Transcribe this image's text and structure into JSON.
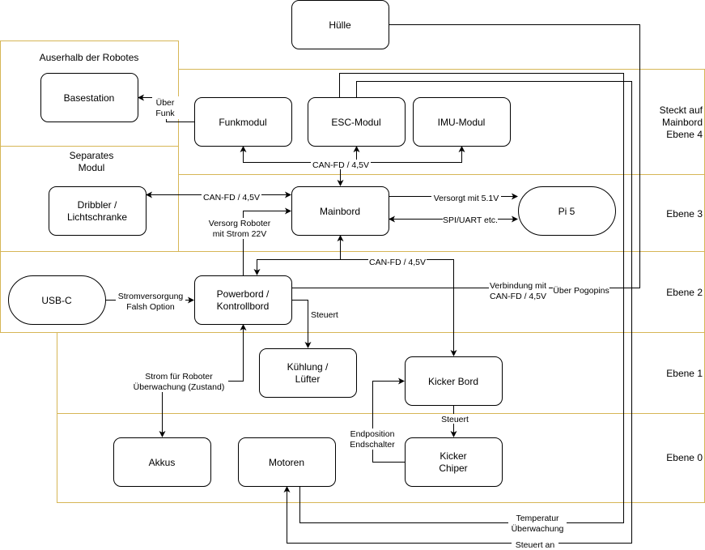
{
  "layers": {
    "outside": "Auserhalb der Robotes",
    "separate": [
      "Separates",
      "Modul"
    ],
    "level4": [
      "Steckt auf",
      "Mainbord",
      "Ebene 4"
    ],
    "level3": "Ebene 3",
    "level2": "Ebene 2",
    "level1": "Ebene 1",
    "level0": "Ebene 0"
  },
  "nodes": {
    "huelle": "Hülle",
    "basestation": "Basestation",
    "funkmodul": "Funkmodul",
    "esc": "ESC-Modul",
    "imu": "IMU-Modul",
    "dribbler": [
      "Dribbler /",
      "Lichtschranke"
    ],
    "mainbord": "Mainbord",
    "pi5": "Pi 5",
    "usbc": "USB-C",
    "powerbord": [
      "Powerbord /",
      "Kontrollbord"
    ],
    "kuehlung": [
      "Kühlung /",
      "Lüfter"
    ],
    "kickerbord": "Kicker Bord",
    "akkus": "Akkus",
    "motoren": "Motoren",
    "kickerchiper": [
      "Kicker",
      "Chiper"
    ]
  },
  "edges": {
    "funk": [
      "Über",
      "Funk"
    ],
    "canfd_top": "CAN-FD / 4,5V",
    "canfd_dribbler": "CAN-FD / 4,5V",
    "versorg": [
      "Versorg Roboter",
      "mit Strom 22V"
    ],
    "pi_power": "Versorgt mit 5.1V",
    "pi_spi": "SPI/UART etc.",
    "canfd_kicker": "CAN-FD / 4,5V",
    "verbindung": [
      "Verbindung mit",
      "CAN-FD / 4,5V"
    ],
    "pogopins": "Über Pogopins",
    "stromversorgung": [
      "Stromversorgung",
      "Falsh Option"
    ],
    "steuert_kuehlung": "Steuert",
    "strom_akkus": [
      "Strom für Roboter",
      "Überwachung (Zustand)"
    ],
    "steuert_kicker": "Steuert",
    "endposition": [
      "Endposition",
      "Endschalter"
    ],
    "temperatur": [
      "Temperatur",
      "Überwachung"
    ],
    "steuert_an": "Steuert an"
  }
}
